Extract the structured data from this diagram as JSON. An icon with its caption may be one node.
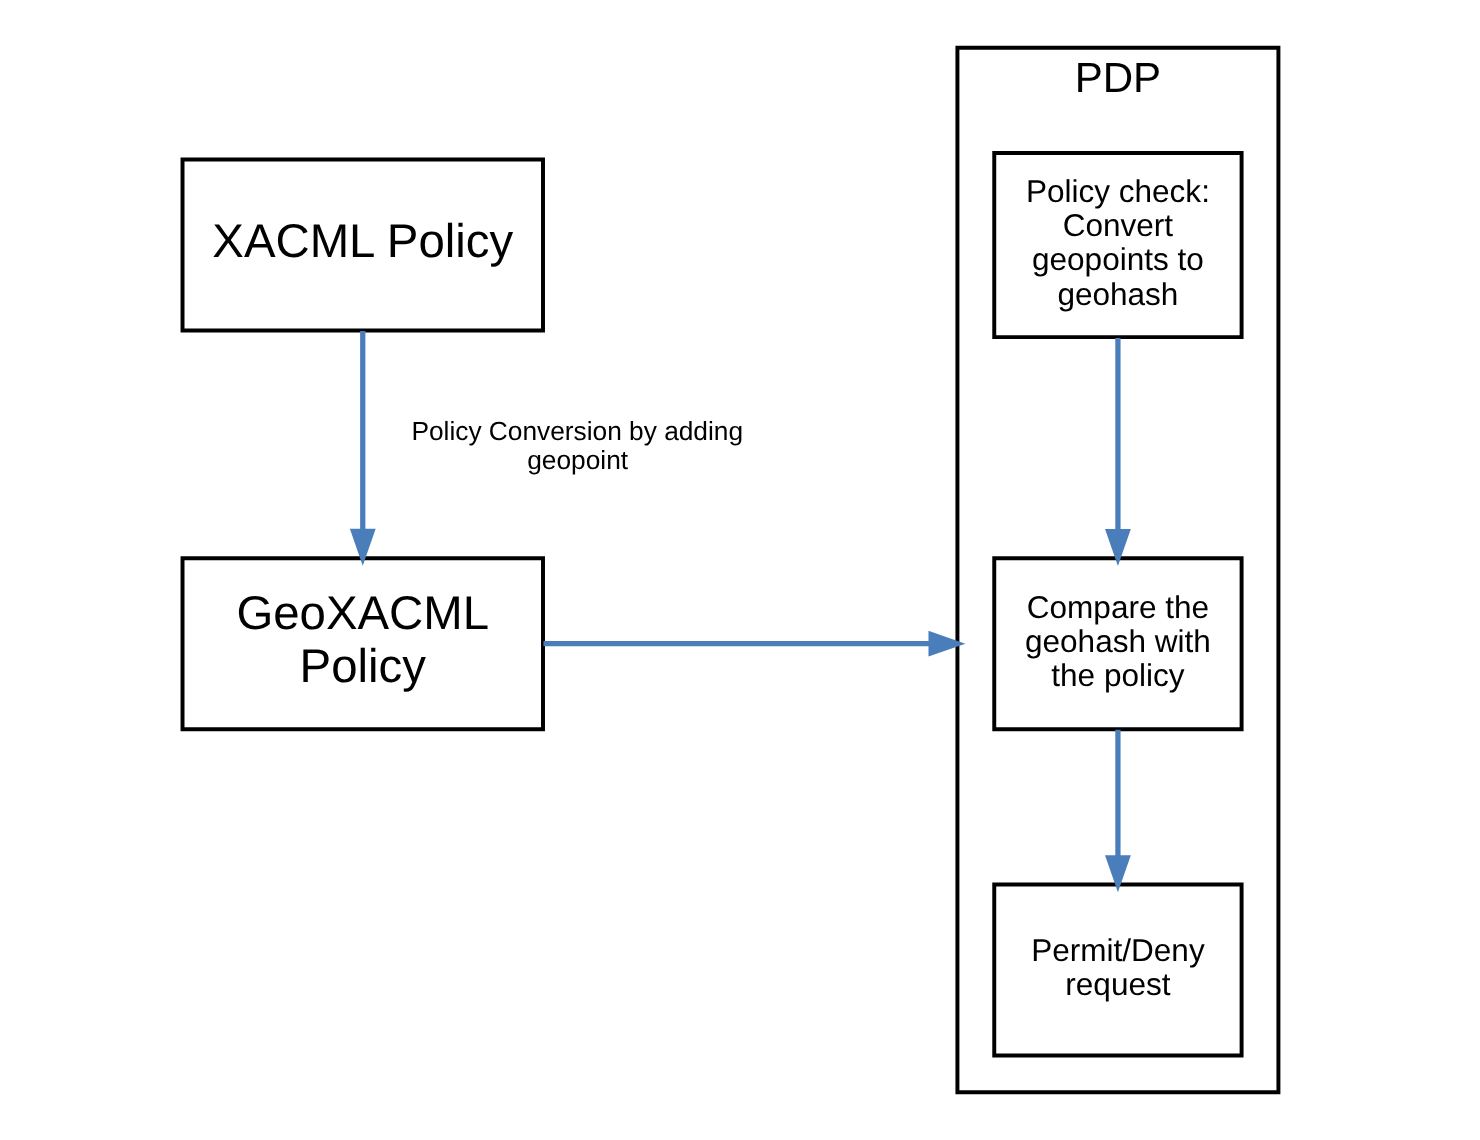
{
  "diagram": {
    "nodes": [
      {
        "text": [
          "XACML Policy"
        ]
      },
      {
        "text": [
          "GeoXACML Policy"
        ]
      },
      {
        "text": [
          "PDP"
        ]
      },
      {
        "text": [
          "Policy check: Convert geopoints to geohash"
        ],
        "in": 2
      },
      {
        "text": [
          "Compare the geohash with the policy"
        ],
        "in": 2
      },
      {
        "text": [
          "Permit/Deny request"
        ],
        "in": 2
      }
    ],
    "edges": [
      {
        "from": 0,
        "to": 1,
        "arrow": "to",
        "label": "Policy Conversion by adding geopoint"
      },
      {
        "from": 1,
        "to": 2,
        "arrow": "to"
      },
      {
        "from": 3,
        "to": 4,
        "arrow": "to"
      },
      {
        "from": 4,
        "to": 5,
        "arrow": "to"
      }
    ]
  }
}
